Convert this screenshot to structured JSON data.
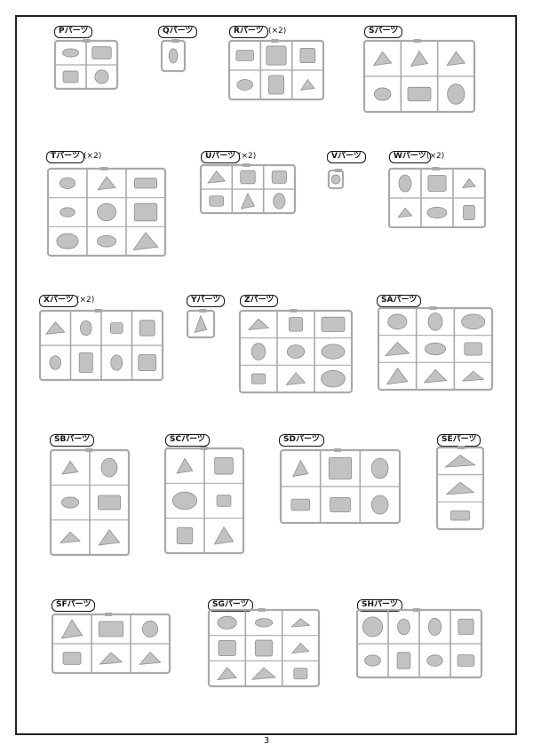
{
  "page": {
    "number": "3"
  },
  "sheet_color": "#a9a9a9",
  "sheet_fill": "#c2c2c2",
  "parts": [
    {
      "id": "P",
      "label": "Pパーツ",
      "multiplier": ""
    },
    {
      "id": "Q",
      "label": "Qパーツ",
      "multiplier": ""
    },
    {
      "id": "R",
      "label": "Rパーツ",
      "multiplier": "(×2)"
    },
    {
      "id": "S",
      "label": "Sパーツ",
      "multiplier": ""
    },
    {
      "id": "T",
      "label": "Tパーツ",
      "multiplier": "(×2)"
    },
    {
      "id": "U",
      "label": "Uパーツ",
      "multiplier": "(×2)"
    },
    {
      "id": "V",
      "label": "Vパーツ",
      "multiplier": ""
    },
    {
      "id": "W",
      "label": "Wパーツ",
      "multiplier": "(×2)"
    },
    {
      "id": "X",
      "label": "Xパーツ",
      "multiplier": "(×2)"
    },
    {
      "id": "Y",
      "label": "Yパーツ",
      "multiplier": ""
    },
    {
      "id": "Z",
      "label": "Zパーツ",
      "multiplier": ""
    },
    {
      "id": "SA",
      "label": "SAパーツ",
      "multiplier": ""
    },
    {
      "id": "SB",
      "label": "SBパーツ",
      "multiplier": ""
    },
    {
      "id": "SC",
      "label": "SCパーツ",
      "multiplier": ""
    },
    {
      "id": "SD",
      "label": "SDパーツ",
      "multiplier": ""
    },
    {
      "id": "SE",
      "label": "SEパーツ",
      "multiplier": ""
    },
    {
      "id": "SF",
      "label": "SFパーツ",
      "multiplier": ""
    },
    {
      "id": "SG",
      "label": "SGパーツ",
      "multiplier": ""
    },
    {
      "id": "SH",
      "label": "SHパーツ",
      "multiplier": ""
    }
  ]
}
